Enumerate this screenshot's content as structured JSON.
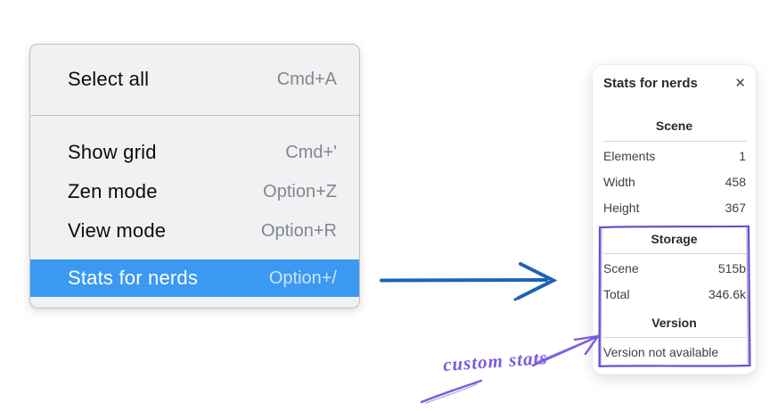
{
  "context_menu": {
    "items": [
      {
        "label": "Select all",
        "shortcut": "Cmd+A",
        "highlighted": false
      },
      {
        "label": "Show grid",
        "shortcut": "Cmd+'",
        "highlighted": false
      },
      {
        "label": "Zen mode",
        "shortcut": "Option+Z",
        "highlighted": false
      },
      {
        "label": "View mode",
        "shortcut": "Option+R",
        "highlighted": false
      },
      {
        "label": "Stats for nerds",
        "shortcut": "Option+/",
        "highlighted": true
      }
    ]
  },
  "stats_panel": {
    "title": "Stats for nerds",
    "close_glyph": "✕",
    "sections": [
      {
        "heading": "Scene",
        "rows": [
          {
            "label": "Elements",
            "value": "1"
          },
          {
            "label": "Width",
            "value": "458"
          },
          {
            "label": "Height",
            "value": "367"
          }
        ]
      },
      {
        "heading": "Storage",
        "rows": [
          {
            "label": "Scene",
            "value": "515b"
          },
          {
            "label": "Total",
            "value": "346.6k"
          }
        ]
      },
      {
        "heading": "Version",
        "note": "Version not available"
      }
    ]
  },
  "annotation": {
    "label": "custom stats"
  },
  "colors": {
    "menu_highlight": "#3b99f2",
    "arrow_blue": "#1d63b5",
    "sketch_purple": "#6a50d0",
    "annotation_purple": "#7a5be0"
  }
}
